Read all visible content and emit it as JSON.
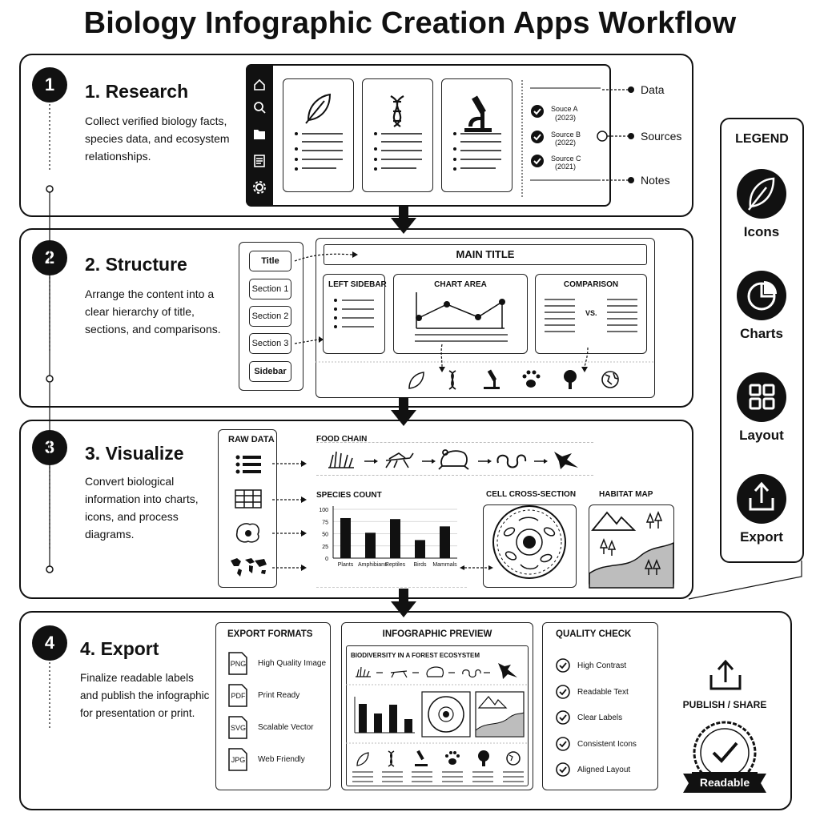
{
  "title": "Biology Infographic Creation Apps Workflow",
  "steps": [
    {
      "number": "1",
      "heading": "1. Research",
      "description": "Collect verified biology facts, species data, and ecosystem relationships.",
      "sources": [
        {
          "name": "Souce A",
          "year": "(2023)"
        },
        {
          "name": "Source B",
          "year": "(2022)"
        },
        {
          "name": "Source C",
          "year": "(2021)"
        }
      ],
      "callouts": [
        "Data",
        "Sources",
        "Notes"
      ]
    },
    {
      "number": "2",
      "heading": "2. Structure",
      "description": "Arrange the content into a clear hierarchy of title, sections, and comparisons.",
      "outline": [
        "Title",
        "Section 1",
        "Section 2",
        "Section 3",
        "Sidebar"
      ],
      "layout": {
        "main_title": "MAIN TITLE",
        "left_sidebar": "LEFT SIDEBAR",
        "chart_area": "CHART AREA",
        "comparison": "COMPARISON",
        "vs": "VS."
      }
    },
    {
      "number": "3",
      "heading": "3. Visualize",
      "description": "Convert biological information into charts, icons, and process diagrams.",
      "raw_data": "RAW DATA",
      "food_chain": "FOOD CHAIN",
      "species_count": "SPECIES COUNT",
      "cell_cross_section": "CELL CROSS-SECTION",
      "habitat_map": "HABITAT MAP"
    },
    {
      "number": "4",
      "heading": "4. Export",
      "description": "Finalize readable labels and publish the infographic for presentation or print.",
      "export_formats_title": "EXPORT FORMATS",
      "formats": [
        {
          "ext": "PNG",
          "label": "High Quality Image"
        },
        {
          "ext": "PDF",
          "label": "Print Ready"
        },
        {
          "ext": "SVG",
          "label": "Scalable Vector"
        },
        {
          "ext": "JPG",
          "label": "Web Friendly"
        }
      ],
      "preview_title": "INFOGRAPHIC PREVIEW",
      "preview_heading": "BIODIVERSITY IN A FOREST ECOSYSTEM",
      "quality_title": "QUALITY CHECK",
      "quality_items": [
        "High Contrast",
        "Readable Text",
        "Clear Labels",
        "Consistent Icons",
        "Aligned Layout"
      ],
      "publish_label": "PUBLISH / SHARE",
      "badge_label": "Readable"
    }
  ],
  "legend": {
    "title": "LEGEND",
    "items": [
      {
        "label": "Icons",
        "icon": "leaf-icon"
      },
      {
        "label": "Charts",
        "icon": "pie-chart-icon"
      },
      {
        "label": "Layout",
        "icon": "grid-icon"
      },
      {
        "label": "Export",
        "icon": "upload-icon"
      }
    ]
  },
  "chart_data": {
    "type": "bar",
    "title": "SPECIES COUNT",
    "categories": [
      "Plants",
      "Amphibians",
      "Reptiles",
      "Birds",
      "Mammals"
    ],
    "values": [
      82,
      52,
      80,
      37,
      65
    ],
    "y_ticks": [
      0,
      25,
      50,
      75,
      100
    ],
    "ylim": [
      0,
      100
    ],
    "color": "#111111"
  }
}
